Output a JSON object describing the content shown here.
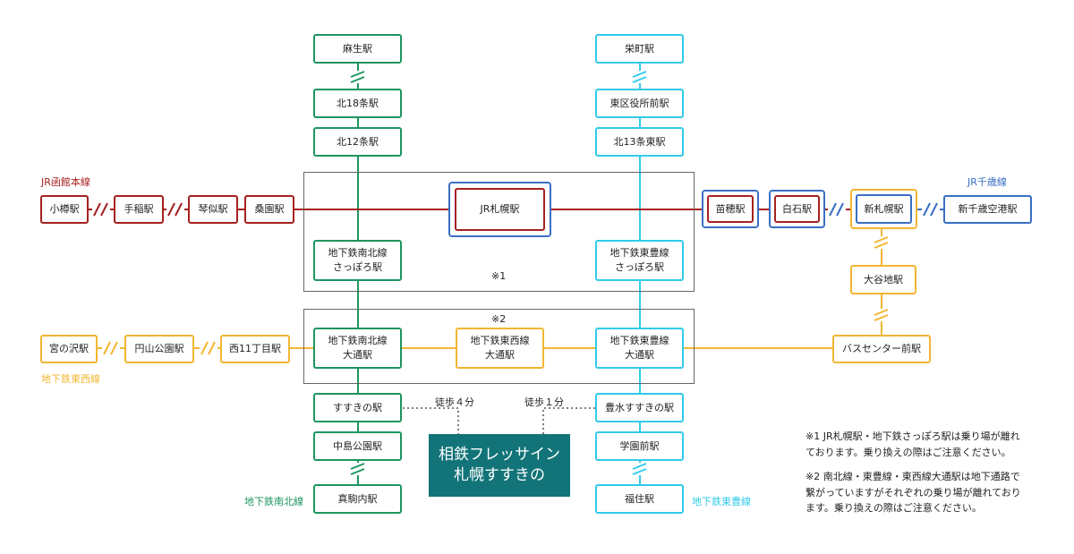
{
  "colors": {
    "jr_hakodate": "#a62020",
    "namboku": "#1e9560",
    "toho": "#32cbea",
    "tozai": "#f2b632",
    "jr_chitose": "#3a6fc4",
    "destination_bg": "#127478"
  },
  "line_labels": {
    "jr_hakodate": "JR函館本線",
    "jr_chitose": "JR千歳線",
    "tozai": "地下鉄東西線",
    "namboku": "地下鉄南北線",
    "toho": "地下鉄東豊線"
  },
  "stations": {
    "asabu": "麻生駅",
    "kita18": "北18条駅",
    "kita12": "北12条駅",
    "sakaemachi": "栄町駅",
    "higashikuyakusho": "東区役所前駅",
    "kita13higashi": "北13条東駅",
    "otaru": "小樽駅",
    "teine": "手稲駅",
    "kotoni": "琴似駅",
    "soen": "桑園駅",
    "jr_sapporo": "JR札幌駅",
    "naebo": "苗穂駅",
    "shiroishi": "白石駅",
    "shin_sapporo": "新札幌駅",
    "shin_chitose": "新千歳空港駅",
    "namboku_sapporo": "地下鉄南北線\nさっぽろ駅",
    "toho_sapporo": "地下鉄東豊線\nさっぽろ駅",
    "oyachi": "大谷地駅",
    "miyanosawa": "宮の沢駅",
    "maruyama": "円山公園駅",
    "nishi11": "西11丁目駅",
    "namboku_odori": "地下鉄南北線\n大通駅",
    "tozai_odori": "地下鉄東西線\n大通駅",
    "toho_odori": "地下鉄東豊線\n大通駅",
    "bus_center": "バスセンター前駅",
    "susukino": "すすきの駅",
    "nakajima": "中島公園駅",
    "makomanai": "真駒内駅",
    "hosui_susukino": "豊水すすきの駅",
    "gakuen": "学園前駅",
    "fukuzumi": "福住駅"
  },
  "marks": {
    "note1": "※1",
    "note2": "※2"
  },
  "walk": {
    "left": "徒歩４分",
    "right": "徒歩１分"
  },
  "destination": {
    "line1": "相鉄フレッサイン",
    "line2": "札幌すすきの"
  },
  "notes": {
    "n1": "※1 JR札幌駅・地下鉄さっぽろ駅は乗り場が離れ\nております。乗り換えの際はご注意ください。",
    "n2": "※2 南北線・東豊線・東西線大通駅は地下通路で\n繋がっていますがそれぞれの乗り場が離れており\nます。乗り換えの際はご注意ください。"
  }
}
